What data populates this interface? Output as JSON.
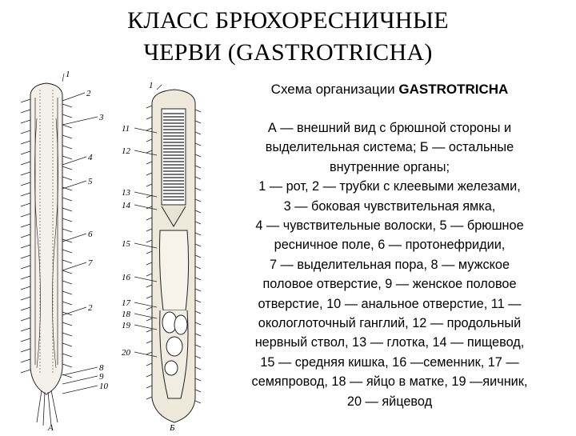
{
  "title": {
    "line1": "КЛАСС  БРЮХОРЕСНИЧНЫЕ",
    "line2": "ЧЕРВИ (GASTROTRICHA)"
  },
  "caption": {
    "heading_prefix": "Схема организации ",
    "heading_bold": "GASTROTRICHA",
    "lines": [
      "А — внешний вид с брюшной стороны и",
      "выделительная система; Б — остальные",
      "внутренние органы;",
      "1 — рот, 2 — трубки с клеевыми железами,",
      "3 — боковая чувствительная ямка,",
      "4 — чувствительные волоски, 5 — брюшное",
      "ресничное поле, 6 — протонефридии,",
      "7 — выделительная пора, 8 — мужское",
      "половое отверстие, 9 — женское половое",
      "отверстие, 10 — анальное отверстие, 11 —",
      "окологлоточный ганглий,  12 — продольный",
      "нервный ствол, 13 — глотка, 14 — пищевод,",
      "15 — средняя кишка, 16 —семенник, 17 —",
      "семяпровод, 18 — яйцо в матке, 19 —яичник,",
      "20 — яйцевод"
    ]
  },
  "figure": {
    "panel_a_label": "А",
    "panel_b_label": "Б",
    "labels_a": [
      "1",
      "2",
      "3",
      "4",
      "5",
      "6",
      "7",
      "2",
      "8",
      "9",
      "10"
    ],
    "labels_b": [
      "1",
      "11",
      "12",
      "13",
      "14",
      "15",
      "16",
      "17",
      "18",
      "19",
      "20"
    ]
  }
}
